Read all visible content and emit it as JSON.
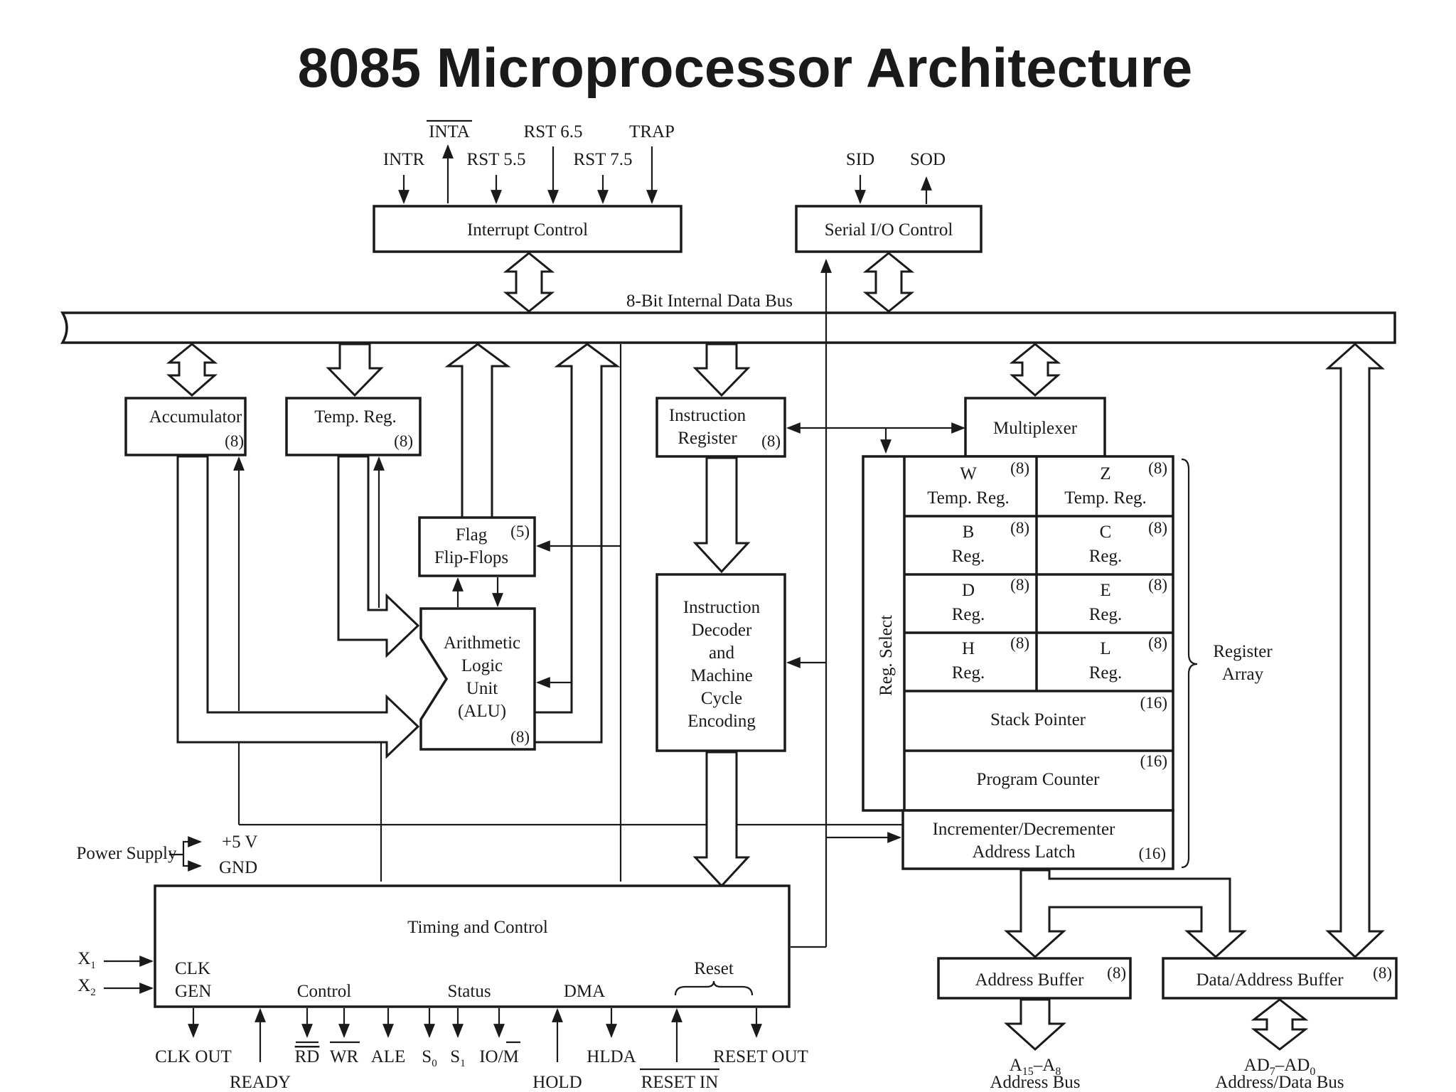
{
  "title": "8085 Microprocessor Architecture",
  "interrupt": {
    "label": "Interrupt Control",
    "pins": [
      "INTR",
      "INTA",
      "RST 5.5",
      "RST 6.5",
      "RST 7.5",
      "TRAP"
    ]
  },
  "serial": {
    "label": "Serial I/O Control",
    "pins": [
      "SID",
      "SOD"
    ]
  },
  "bus_label": "8-Bit Internal Data Bus",
  "accumulator": {
    "name": "Accumulator",
    "bits": "(8)"
  },
  "temp_reg": {
    "name": "Temp. Reg.",
    "bits": "(8)"
  },
  "flags": {
    "line1": "Flag",
    "line2": "Flip-Flops",
    "bits": "(5)"
  },
  "alu": {
    "lines": [
      "Arithmetic",
      "Logic",
      "Unit",
      "(ALU)"
    ],
    "bits": "(8)"
  },
  "instruction_register": {
    "line1": "Instruction",
    "line2": "Register",
    "bits": "(8)"
  },
  "decoder": {
    "lines": [
      "Instruction",
      "Decoder",
      "and",
      "Machine",
      "Cycle",
      "Encoding"
    ]
  },
  "multiplexer": "Multiplexer",
  "reg_select": "Reg. Select",
  "registers": [
    {
      "name": "W",
      "sub": "Temp. Reg.",
      "bits": "(8)"
    },
    {
      "name": "Z",
      "sub": "Temp. Reg.",
      "bits": "(8)"
    },
    {
      "name": "B",
      "sub": "Reg.",
      "bits": "(8)"
    },
    {
      "name": "C",
      "sub": "Reg.",
      "bits": "(8)"
    },
    {
      "name": "D",
      "sub": "Reg.",
      "bits": "(8)"
    },
    {
      "name": "E",
      "sub": "Reg.",
      "bits": "(8)"
    },
    {
      "name": "H",
      "sub": "Reg.",
      "bits": "(8)"
    },
    {
      "name": "L",
      "sub": "Reg.",
      "bits": "(8)"
    }
  ],
  "stack_pointer": {
    "name": "Stack Pointer",
    "bits": "(16)"
  },
  "program_counter": {
    "name": "Program Counter",
    "bits": "(16)"
  },
  "incrementer": {
    "line1": "Incrementer/Decrementer",
    "line2": "Address Latch",
    "bits": "(16)"
  },
  "register_array": {
    "line1": "Register",
    "line2": "Array"
  },
  "power": {
    "label": "Power Supply",
    "vcc": "+5 V",
    "gnd": "GND"
  },
  "timing": {
    "label": "Timing and Control",
    "x1": "X",
    "x1_sub": "1",
    "x2": "X",
    "x2_sub": "2",
    "clk": "CLK",
    "gen": "GEN",
    "control": "Control",
    "status": "Status",
    "dma": "DMA",
    "reset": "Reset"
  },
  "bottom_pins": {
    "clk_out": "CLK OUT",
    "ready": "READY",
    "rd": "RD",
    "wr": "WR",
    "ale": "ALE",
    "s0": "S",
    "s0_sub": "0",
    "s1": "S",
    "s1_sub": "1",
    "io": "IO/",
    "io_m": "M",
    "hold": "HOLD",
    "hlda": "HLDA",
    "reset_in": "RESET IN",
    "reset_out": "RESET OUT"
  },
  "address_buffer": {
    "name": "Address Buffer",
    "bits": "(8)"
  },
  "data_address_buffer": {
    "name": "Data/Address Buffer",
    "bits": "(8)"
  },
  "address_bus": {
    "pre": "A",
    "sub1": "15",
    "mid": "–A",
    "sub2": "8",
    "line2": "Address Bus"
  },
  "data_bus": {
    "pre": "AD",
    "sub1": "7",
    "mid": "–AD",
    "sub2": "0",
    "line2": "Address/Data Bus"
  }
}
